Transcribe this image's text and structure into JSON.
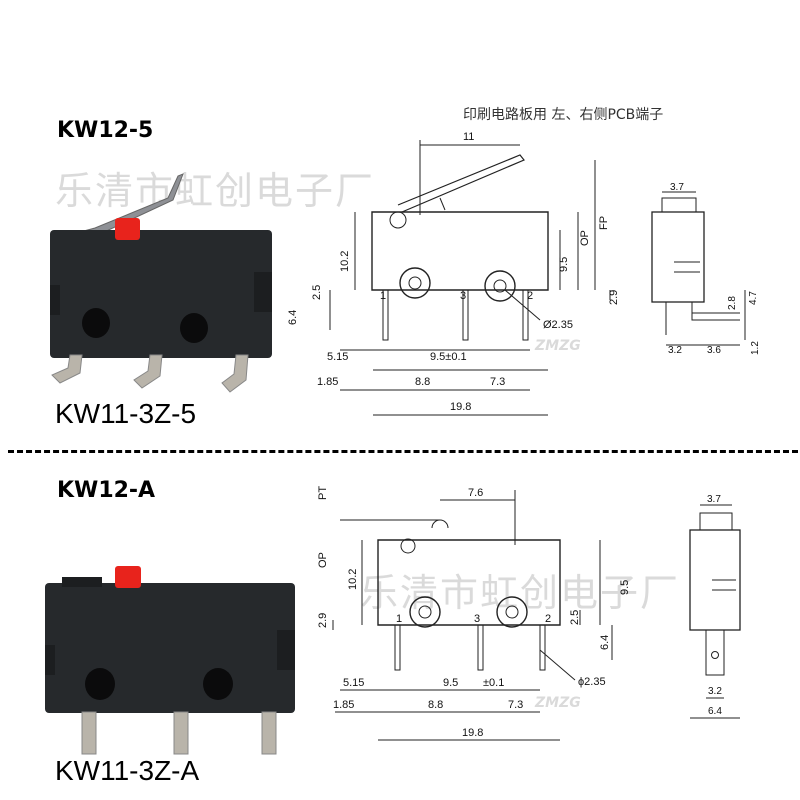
{
  "top": {
    "model_code": "KW12-5",
    "part_number": "KW11-3Z-5",
    "note": "印刷电路板用 左、右侧PCB端子",
    "dims": {
      "lever": "11",
      "fp": "FP",
      "op": "OP",
      "h": "10.2",
      "h2": "9.5",
      "a": "2.5",
      "b": "6.4",
      "c": "2.9",
      "hole": "Ø2.35",
      "p1": "5.15",
      "p2": "9.5±0.1",
      "p3": "1.85",
      "p4": "8.8",
      "p5": "7.3",
      "w": "19.8",
      "s1": "3.7",
      "s2": "2.8",
      "s3": "4.7",
      "s4": "1.2",
      "s5": "3.2",
      "s6": "3.6"
    },
    "pins": [
      "1",
      "3",
      "2"
    ]
  },
  "bottom": {
    "model_code": "KW12-A",
    "part_number": "KW11-3Z-A",
    "dims": {
      "pt": "PT",
      "lever": "7.6",
      "op": "OP",
      "h": "10.2",
      "h2": "9.5",
      "a": "2.9",
      "b": "2.5",
      "c": "6.4",
      "hole": "ϕ2.35",
      "p1": "5.15",
      "p2": "9.5",
      "p2b": "±0.1",
      "p3": "1.85",
      "p4": "8.8",
      "p5": "7.3",
      "w": "19.8",
      "s1": "3.7",
      "s2": "3.2",
      "s3": "6.4"
    },
    "pins": [
      "1",
      "3",
      "2"
    ]
  },
  "watermark": {
    "text": "乐清市虹创电子厂",
    "brand": "ZMZG"
  },
  "colors": {
    "switch_body": "#26292c",
    "actuator_red": "#e8231c",
    "terminal_metal": "#b9b4aa"
  }
}
